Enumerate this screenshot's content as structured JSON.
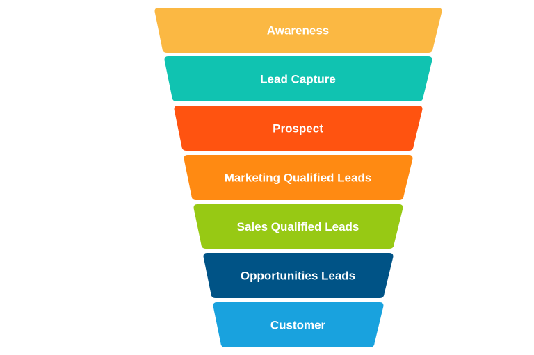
{
  "funnel": {
    "stages": [
      {
        "label": "Awareness",
        "color": "#FBB843"
      },
      {
        "label": "Lead Capture",
        "color": "#10C3B1"
      },
      {
        "label": "Prospect",
        "color": "#FF5310"
      },
      {
        "label": "Marketing Qualified Leads",
        "color": "#FF8A12"
      },
      {
        "label": "Sales Qualified Leads",
        "color": "#97C914"
      },
      {
        "label": "Opportunities Leads",
        "color": "#005386"
      },
      {
        "label": "Customer",
        "color": "#19A2DE"
      }
    ]
  }
}
